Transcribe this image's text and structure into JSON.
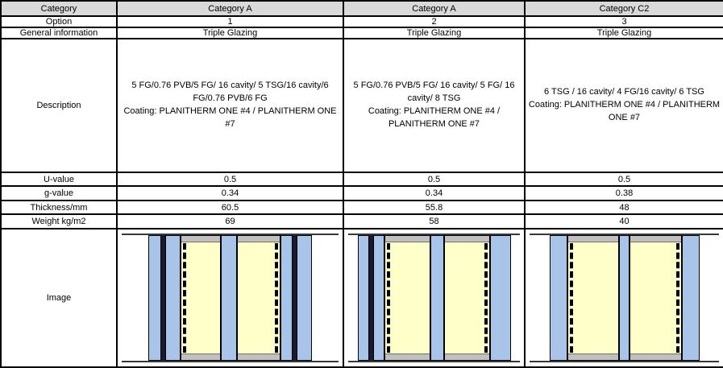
{
  "labels": {
    "category": "Category",
    "option": "Option",
    "general_information": "General information",
    "description": "Description",
    "u_value": "U-value",
    "g_value": "g-value",
    "thickness": "Thickness/mm",
    "weight": "Weight kg/m2",
    "image": "Image"
  },
  "columns": [
    {
      "category": "Category A",
      "option": "1",
      "general_information": "Triple Glazing",
      "description": "5 FG/0.76 PVB/5 FG/ 16 cavity/ 5 TSG/16 cavity/6 FG/0.76 PVB/6 FG",
      "coating": "Coating: PLANITHERM ONE #4 / PLANITHERM ONE #7",
      "u_value": "0.5",
      "g_value": "0.34",
      "thickness": "60.5",
      "weight": "69",
      "glazing_layers": [
        {
          "type": "glass",
          "w": 16
        },
        {
          "type": "interlayer",
          "w": 5
        },
        {
          "type": "glass",
          "w": 19
        },
        {
          "type": "cavity",
          "w": 50,
          "coating": "left"
        },
        {
          "type": "glass",
          "w": 20
        },
        {
          "type": "cavity",
          "w": 54,
          "coating": "right"
        },
        {
          "type": "glass",
          "w": 15
        },
        {
          "type": "interlayer",
          "w": 5
        },
        {
          "type": "glass",
          "w": 19
        }
      ]
    },
    {
      "category": "Category A",
      "option": "2",
      "general_information": "Triple Glazing",
      "description": "5 FG/0.76 PVB/5 FG/ 16 cavity/ 5 FG/ 16 cavity/ 8 TSG",
      "coating": "Coating: PLANITHERM ONE #4 / PLANITHERM ONE #7",
      "u_value": "0.5",
      "g_value": "0.34",
      "thickness": "55.8",
      "weight": "58",
      "glazing_layers": [
        {
          "type": "glass",
          "w": 14
        },
        {
          "type": "interlayer",
          "w": 5
        },
        {
          "type": "glass",
          "w": 14
        },
        {
          "type": "cavity",
          "w": 57,
          "coating": "left"
        },
        {
          "type": "glass",
          "w": 17
        },
        {
          "type": "cavity",
          "w": 57,
          "coating": "right"
        },
        {
          "type": "glass",
          "w": 26
        }
      ]
    },
    {
      "category": "Category C2",
      "option": "3",
      "general_information": "Triple Glazing",
      "description": "6 TSG / 16 cavity/ 4 FG/16 cavity/ 6 TSG",
      "coating": "Coating: PLANITHERM ONE #4 / PLANITHERM ONE #7",
      "u_value": "0.5",
      "g_value": "0.38",
      "thickness": "48",
      "weight": "40",
      "glazing_layers": [
        {
          "type": "glass",
          "w": 22
        },
        {
          "type": "cavity",
          "w": 64,
          "coating": "left"
        },
        {
          "type": "glass",
          "w": 13
        },
        {
          "type": "cavity",
          "w": 65,
          "coating": "right"
        },
        {
          "type": "glass",
          "w": 22
        }
      ]
    }
  ],
  "colors": {
    "header_bg": "#d9d9d9",
    "glass": "#a8c4e8",
    "cavity": "#ffffc9",
    "spacer": "#c0c0c0",
    "interlayer": "#1a1a2e",
    "line": "#000000"
  }
}
